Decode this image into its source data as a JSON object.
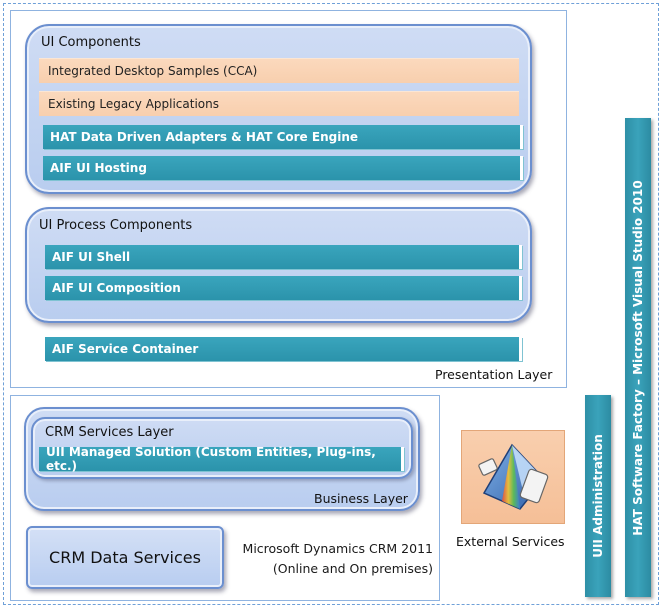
{
  "presentation_layer": {
    "label": "Presentation Layer",
    "ui_components": {
      "title": "UI Components",
      "items": [
        "Integrated Desktop Samples (CCA)",
        "Existing Legacy Applications",
        "HAT Data Driven Adapters & HAT Core Engine",
        "AIF UI Hosting"
      ]
    },
    "ui_process_components": {
      "title": "UI Process Components",
      "items": [
        "AIF UI Shell",
        "AIF UI Composition"
      ]
    },
    "service_container": "AIF Service Container"
  },
  "business_layer": {
    "label": "Business Layer",
    "crm_services": {
      "title": "CRM Services Layer",
      "item": "UII Managed Solution (Custom Entities, Plug-ins, etc.)"
    }
  },
  "crm_data_services": "CRM Data Services",
  "dynamics": {
    "line1": "Microsoft Dynamics CRM 2011",
    "line2": "(Online and On premises)"
  },
  "external_services": {
    "label": "External Services",
    "icon": "external-services-icon"
  },
  "vertical_bars": {
    "uii_admin": "UII Administration",
    "hat_factory": "HAT Software Factory – Microsoft Visual Studio 2010"
  },
  "colors": {
    "teal": "#2f97af",
    "peach": "#f9d3b4",
    "group_fill": "#c4d6f2",
    "group_border": "#6b8fcf",
    "dashed_border": "#6fa0d8"
  }
}
